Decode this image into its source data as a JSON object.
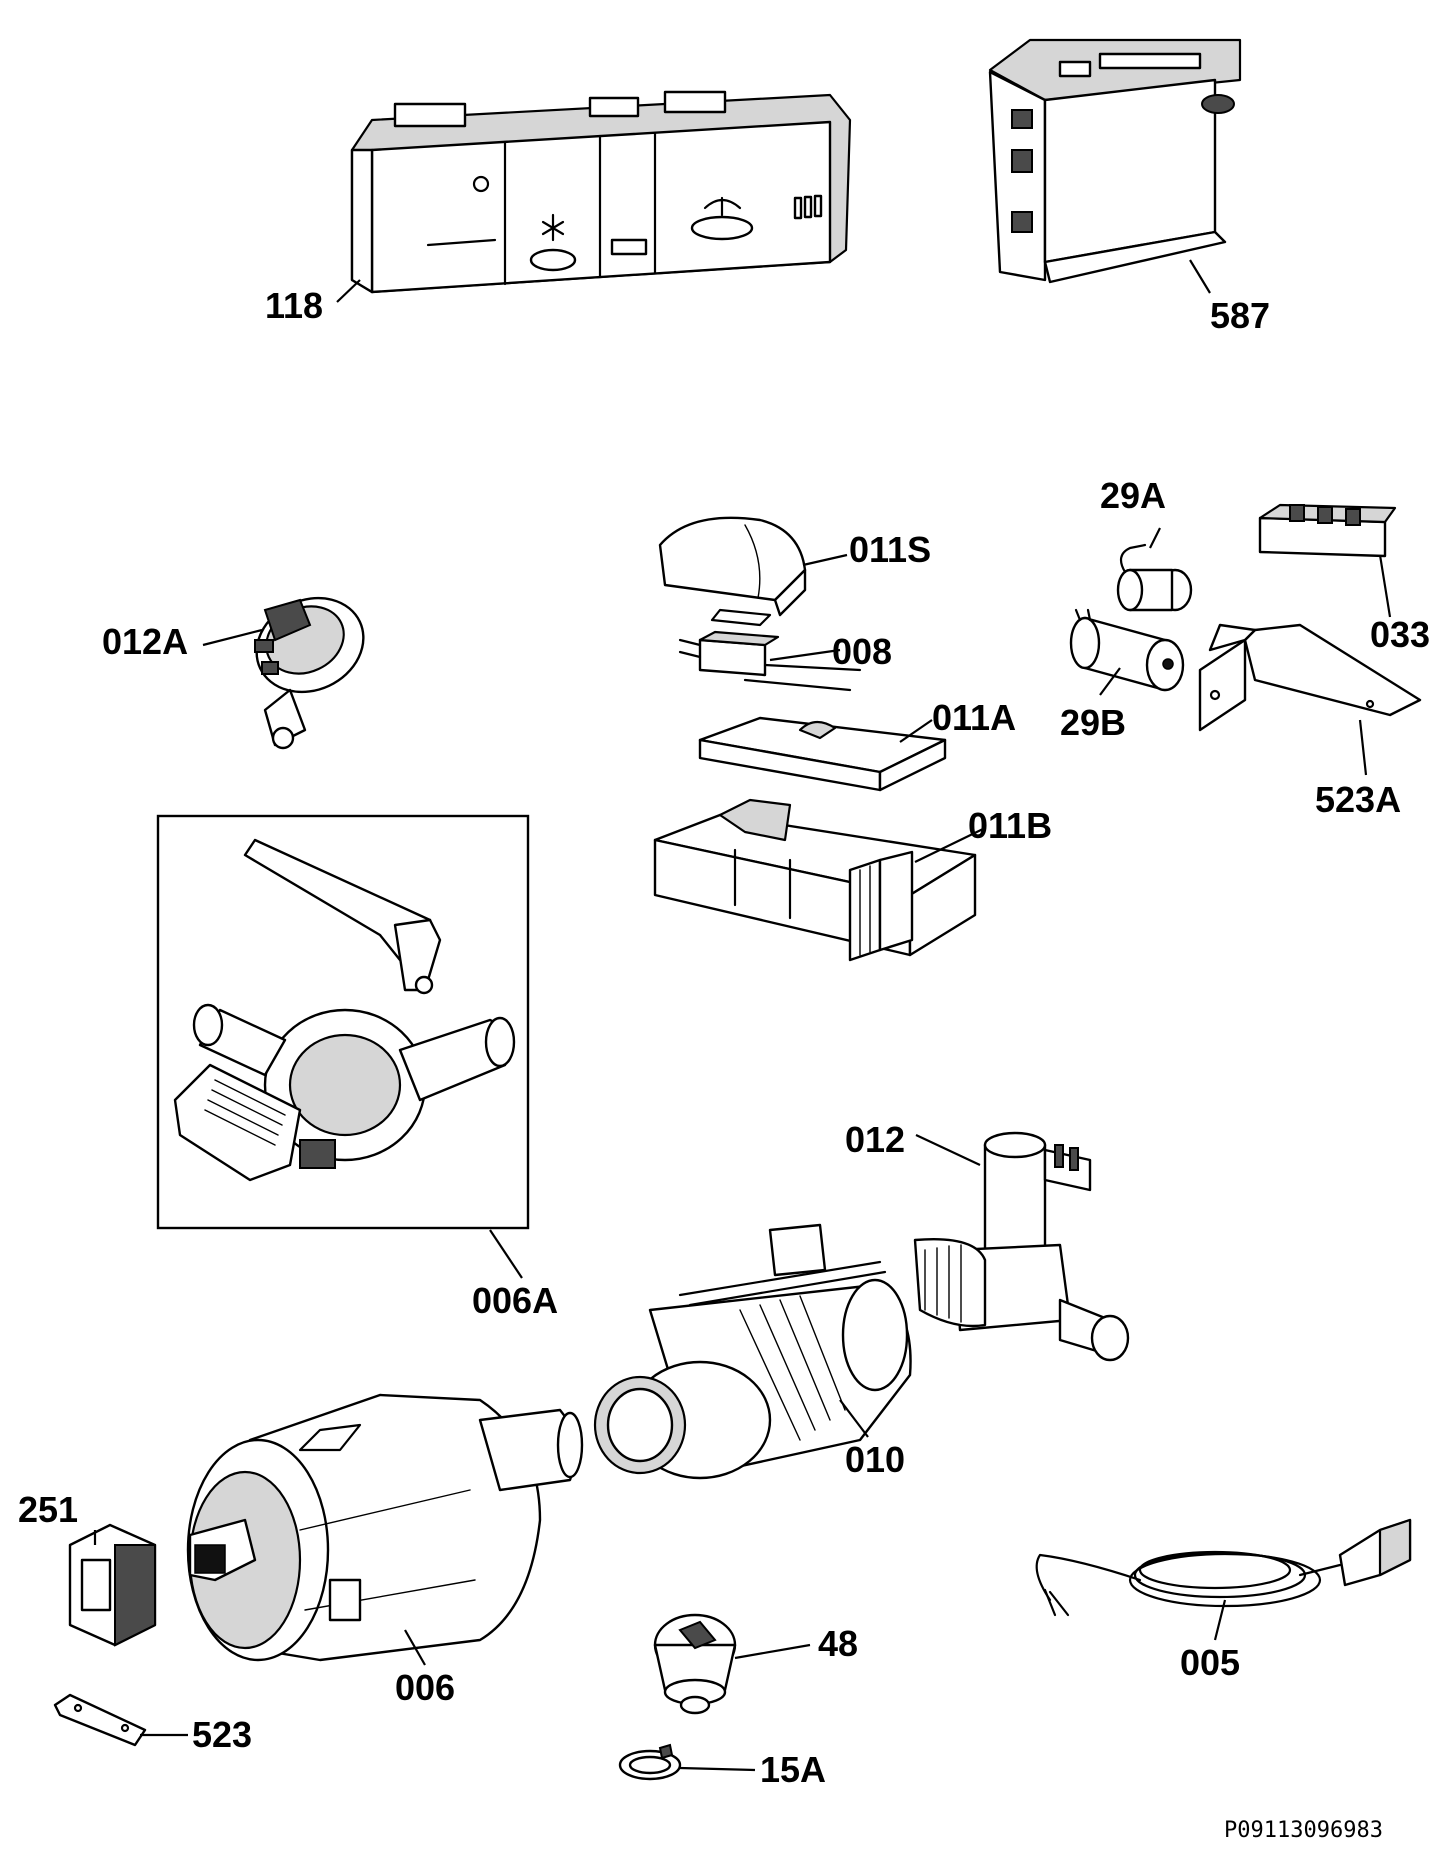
{
  "diagram": {
    "labels": {
      "l118": "118",
      "l587": "587",
      "l29A": "29A",
      "l011S": "011S",
      "l012A": "012A",
      "l008": "008",
      "l033": "033",
      "l29B": "29B",
      "l011A": "011A",
      "l523A": "523A",
      "l011B": "011B",
      "l012": "012",
      "l006A": "006A",
      "l010": "010",
      "l251": "251",
      "l48": "48",
      "l005": "005",
      "l006": "006",
      "l523": "523",
      "l15A": "15A"
    },
    "document_id": "P09113096983"
  }
}
